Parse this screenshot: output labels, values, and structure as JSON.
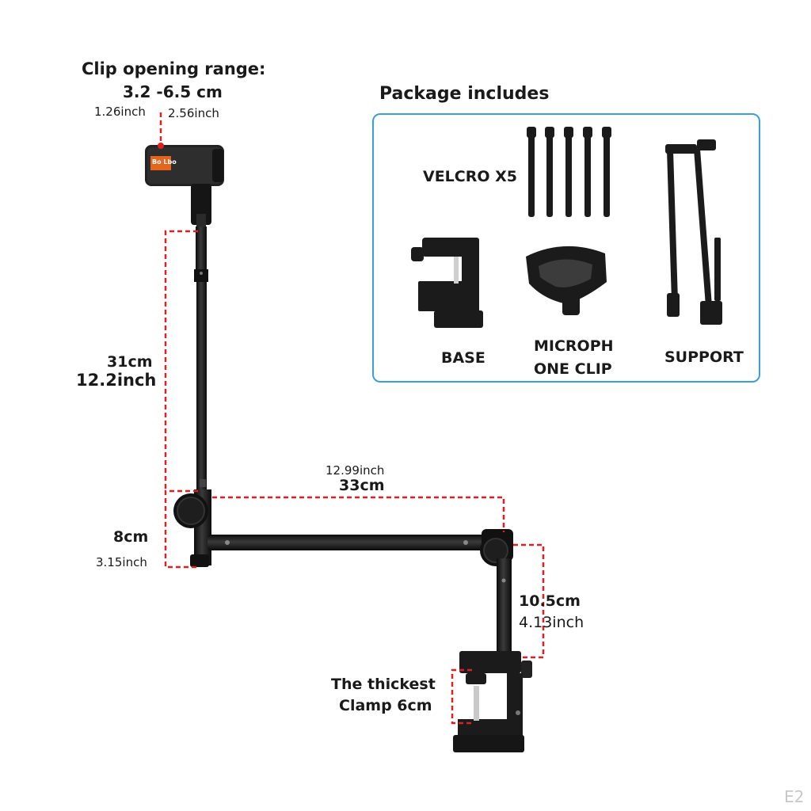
{
  "clip": {
    "title": "Clip opening range:",
    "range_cm": "3.2 -6.5 cm",
    "min_inch": "1.26inch",
    "max_inch": "2.56inch",
    "brand": "Bo Lbo"
  },
  "package": {
    "title": "Package includes",
    "velcro": "VELCRO X5",
    "base": "BASE",
    "mic_clip_line1": "MICROPH",
    "mic_clip_line2": "ONE CLIP",
    "support": "SUPPORT"
  },
  "dimensions": {
    "upper_cm": "31cm",
    "upper_inch": "12.2inch",
    "arm_inch": "12.99inch",
    "arm_cm": "33cm",
    "joint_cm": "8cm",
    "joint_inch": "3.15inch",
    "lower_cm": "10.5cm",
    "lower_inch": "4.13inch",
    "clamp_line1": "The thickest",
    "clamp_line2": "Clamp 6cm"
  },
  "watermark": "E2",
  "colors": {
    "accent_red": "#e02020",
    "box_blue": "#3aa0dc",
    "product_black": "#1b1b1b"
  }
}
